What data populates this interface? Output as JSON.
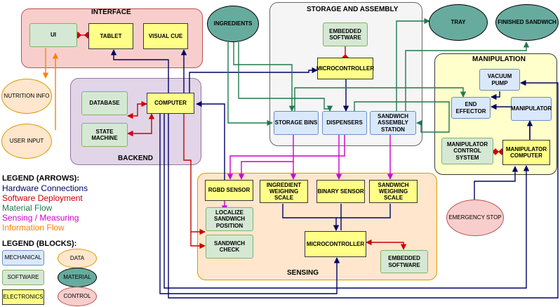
{
  "groups": {
    "interface": "INTERFACE",
    "backend": "BACKEND",
    "storage": "STORAGE AND ASSEMBLY",
    "manipulation": "MANIPULATION",
    "sensing": "SENSING"
  },
  "blocks": {
    "ui": "UI",
    "tablet": "TABLET",
    "visual_cue": "VISUAL CUE",
    "ingredients": "INGREDIENTS",
    "embedded_sw_top": "EMBEDDED SOFTWARE",
    "microcontroller_top": "MICROCONTROLLER",
    "tray": "TRAY",
    "finished_sandwich": "FINISHED SANDWICH",
    "nutrition_info": "NUTRITION INFO",
    "user_input": "USER INPUT",
    "database": "DATABASE",
    "state_machine": "STATE MACHINE",
    "computer": "COMPUTER",
    "storage_bins": "STORAGE BINS",
    "dispensers": "DISPENSERS",
    "assembly_station": "SANDWICH ASSEMBLY STATION",
    "vacuum_pump": "VACUUM PUMP",
    "end_effector": "END EFFECTOR",
    "manipulator": "MANIPULATOR",
    "manipulator_control": "MANIPULATOR CONTROL SYSTEM",
    "manipulator_computer": "MANIPULATOR COMPUTER",
    "rgbd_sensor": "RGBD SENSOR",
    "ingredient_scale": "INGREDIENT WEIGHING SCALE",
    "binary_sensor": "BINARY SENSOR",
    "sandwich_scale": "SANDWICH WEIGHING SCALE",
    "localize": "LOCALIZE SANDWICH POSITION",
    "sandwich_check": "SANDWICH CHECK",
    "microcontroller_bottom": "MICROCONTROLLER",
    "embedded_sw_bottom": "EMBEDDED SOFTWARE",
    "emergency_stop": "EMERGENCY STOP"
  },
  "legend_arrows": {
    "title": "LEGEND (ARROWS):",
    "hardware": "Hardware Connections",
    "software": "Software Deployment",
    "material": "Material Flow",
    "sensing": "Sensing / Measuring",
    "info": "Information Flow"
  },
  "legend_blocks": {
    "title": "LEGEND (BLOCKS):",
    "mechanical": "MECHANICAL",
    "data": "DATA",
    "software": "SOFTWARE",
    "material": "MATERIAL",
    "electronics": "ELECTRONICS",
    "control": "CONTROL"
  },
  "colors": {
    "hardware": "#000066",
    "software": "#cc0000",
    "material": "#1f7a4d",
    "sensing": "#cc00cc",
    "info": "#ff8000"
  }
}
